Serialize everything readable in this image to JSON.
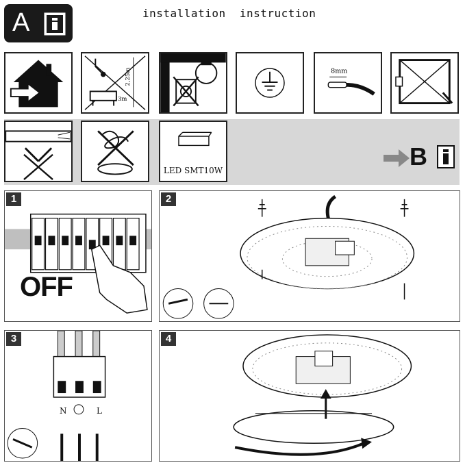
{
  "header": {
    "badge_letter": "A",
    "title": "installation  instruction"
  },
  "icons": {
    "led_label": "LED SMT10W",
    "measure_8mm": "8mm",
    "measure_225m": "2,25m",
    "measure_3m": "3m"
  },
  "section_b": {
    "letter": "B"
  },
  "steps": [
    {
      "number": "1",
      "caption": "OFF"
    },
    {
      "number": "2"
    },
    {
      "number": "3",
      "wire_labels": [
        "N",
        "L"
      ]
    },
    {
      "number": "4"
    }
  ]
}
